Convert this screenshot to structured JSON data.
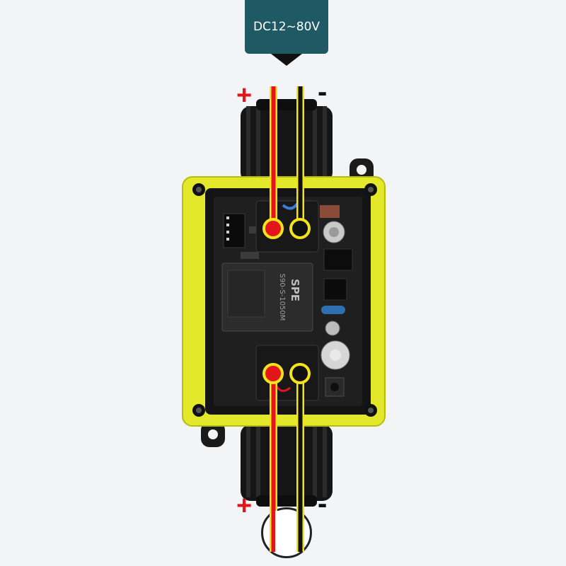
{
  "voltage_label": "DC12~80V",
  "top_plus": "+",
  "top_minus": "-",
  "bottom_plus": "+",
  "bottom_minus": "-",
  "relay_brand": "SPE",
  "relay_model": "S90-S-1050M",
  "colors": {
    "label_bg": "#1f5a64",
    "housing": "#e4e82a",
    "positive_wire": "#e3141a",
    "negative_wire": "#111111",
    "wire_sheath": "#f3e21c"
  },
  "icons": [
    "down-arrow-icon",
    "plus-icon",
    "minus-icon"
  ]
}
